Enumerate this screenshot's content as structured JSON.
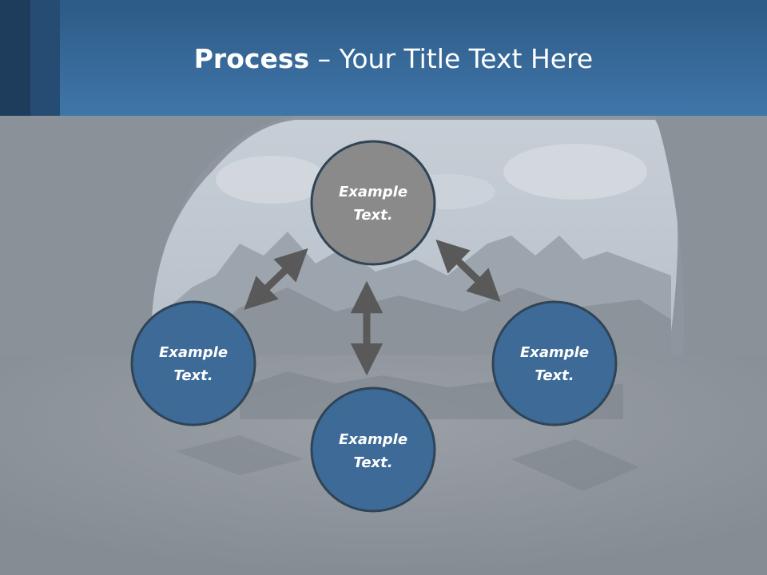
{
  "slide": {
    "title_bold": "Process",
    "title_rest": " – Your Title Text Here"
  },
  "colors": {
    "header": "#3f76a9",
    "node_blue": "#3d6a97",
    "node_gray": "#8a8a8a",
    "node_border": "#2f4456",
    "arrow": "#595959"
  },
  "diagram": {
    "nodes": [
      {
        "id": "top",
        "line1": "Example",
        "line2": "Text.",
        "highlight": true
      },
      {
        "id": "left",
        "line1": "Example",
        "line2": "Text.",
        "highlight": false
      },
      {
        "id": "right",
        "line1": "Example",
        "line2": "Text.",
        "highlight": false
      },
      {
        "id": "bottom",
        "line1": "Example",
        "line2": "Text.",
        "highlight": false
      }
    ],
    "connections": [
      {
        "from": "top",
        "to": "left",
        "direction": "both"
      },
      {
        "from": "top",
        "to": "right",
        "direction": "both"
      },
      {
        "from": "top",
        "to": "bottom",
        "direction": "both"
      }
    ]
  }
}
